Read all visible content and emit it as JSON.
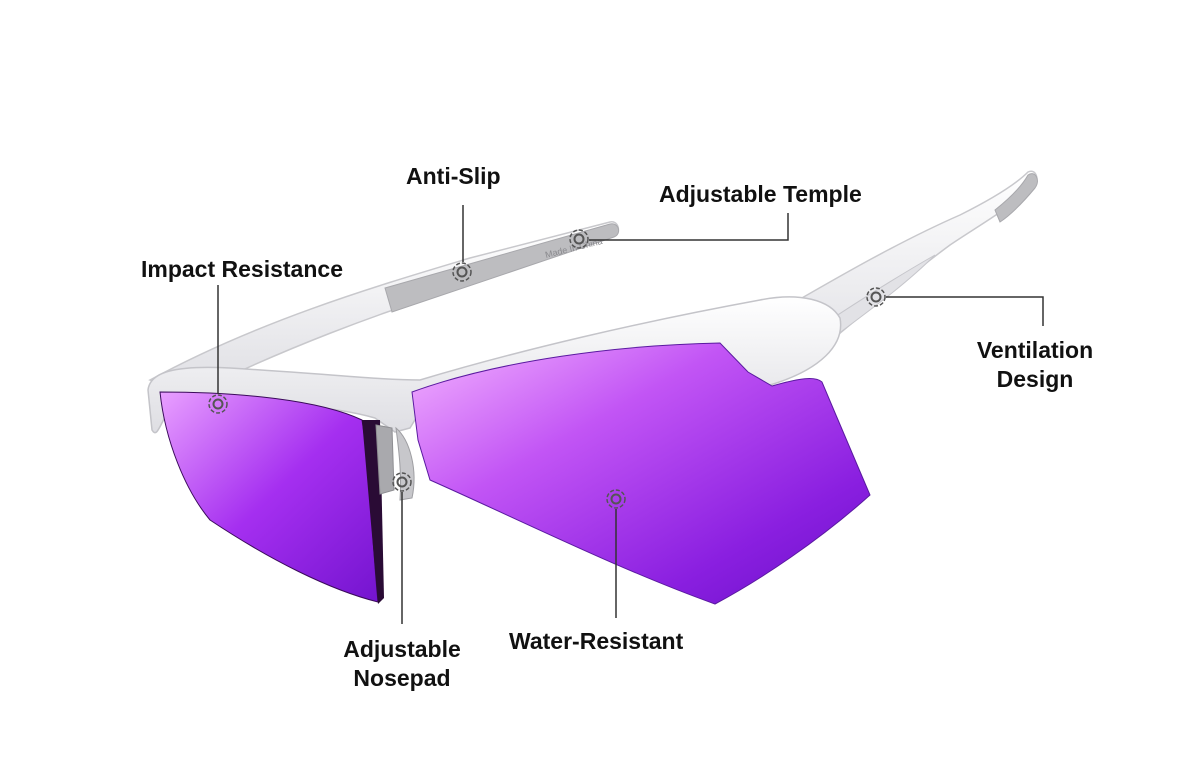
{
  "colors": {
    "frame": "#f7f7f9",
    "frame_shade": "#d9d9de",
    "grip": "#b9b9bc",
    "lens_light": "#f2a6ff",
    "lens_mid": "#b53cf2",
    "lens_dark": "#6a10c8",
    "leader": "#333333",
    "text": "#111111"
  },
  "frame_imprint": "Made In China",
  "callouts": {
    "anti_slip": "Anti-Slip",
    "adjustable_temple": "Adjustable Temple",
    "impact_resistance": "Impact Resistance",
    "ventilation_line1": "Ventilation",
    "ventilation_line2": "Design",
    "nosepad_line1": "Adjustable",
    "nosepad_line2": "Nosepad",
    "water_resistant": "Water-Resistant"
  }
}
